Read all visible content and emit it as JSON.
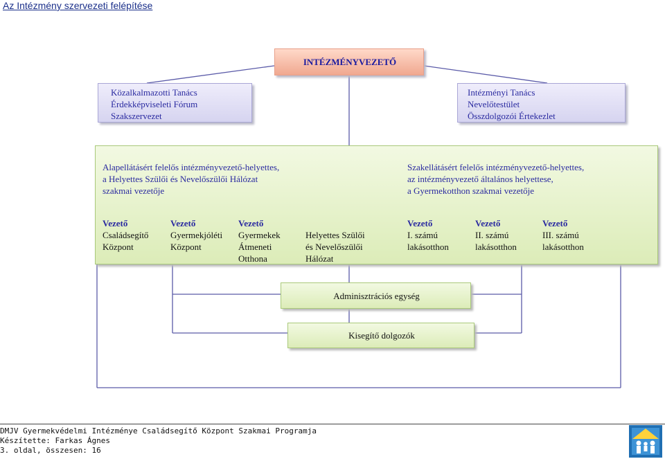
{
  "page": {
    "heading": "Az Intézmény szervezeti felépítése"
  },
  "chart": {
    "head": "INTÉZMÉNYVEZETŐ",
    "left_box": [
      "Közalkalmazotti Tanács",
      "Érdekképviseleti Fórum",
      "Szakszervezet"
    ],
    "right_box": [
      "Intézményi Tanács",
      "Nevelőtestület",
      "Összdolgozói Értekezlet"
    ],
    "deputy_left": [
      "Alapellátásért felelős intézményvezető-helyettes,",
      "a Helyettes Szülői és Nevelőszülői Hálózat",
      "szakmai vezetője"
    ],
    "deputy_right": [
      "Szakellátásért felelős intézményvezető-helyettes,",
      "az intézményvezető általános  helyettese,",
      "a Gyermekotthon szakmai vezetője"
    ],
    "units": [
      {
        "title": "Vezető",
        "lines": [
          "Családsegítő",
          "Központ"
        ]
      },
      {
        "title": "Vezető",
        "lines": [
          "Gyermekjóléti",
          "Központ"
        ]
      },
      {
        "title": "Vezető",
        "lines": [
          "Gyermekek",
          "Átmeneti",
          "Otthona"
        ]
      },
      {
        "title": "",
        "lines": [
          "Helyettes Szülői",
          "és Nevelőszülői",
          "Hálózat"
        ]
      },
      {
        "title": "Vezető",
        "lines": [
          "I. számú",
          "lakásotthon"
        ]
      },
      {
        "title": "Vezető",
        "lines": [
          "II. számú",
          "lakásotthon"
        ]
      },
      {
        "title": "Vezető",
        "lines": [
          "III. számú",
          "lakásotthon"
        ]
      }
    ],
    "admin": "Adminisztrációs egység",
    "support": "Kisegítő dolgozók"
  },
  "footer": {
    "line1": "DMJV Gyermekvédelmi Intézménye Családsegítő Központ Szakmai Programja",
    "line2": "Készítette: Farkas Ágnes",
    "line3": "3. oldal, összesen: 16"
  },
  "colors": {
    "connector": "#5a5aa8",
    "heading": "#1a2f8a",
    "text": "#2a2aa0",
    "head_text": "#1a1aa0"
  }
}
